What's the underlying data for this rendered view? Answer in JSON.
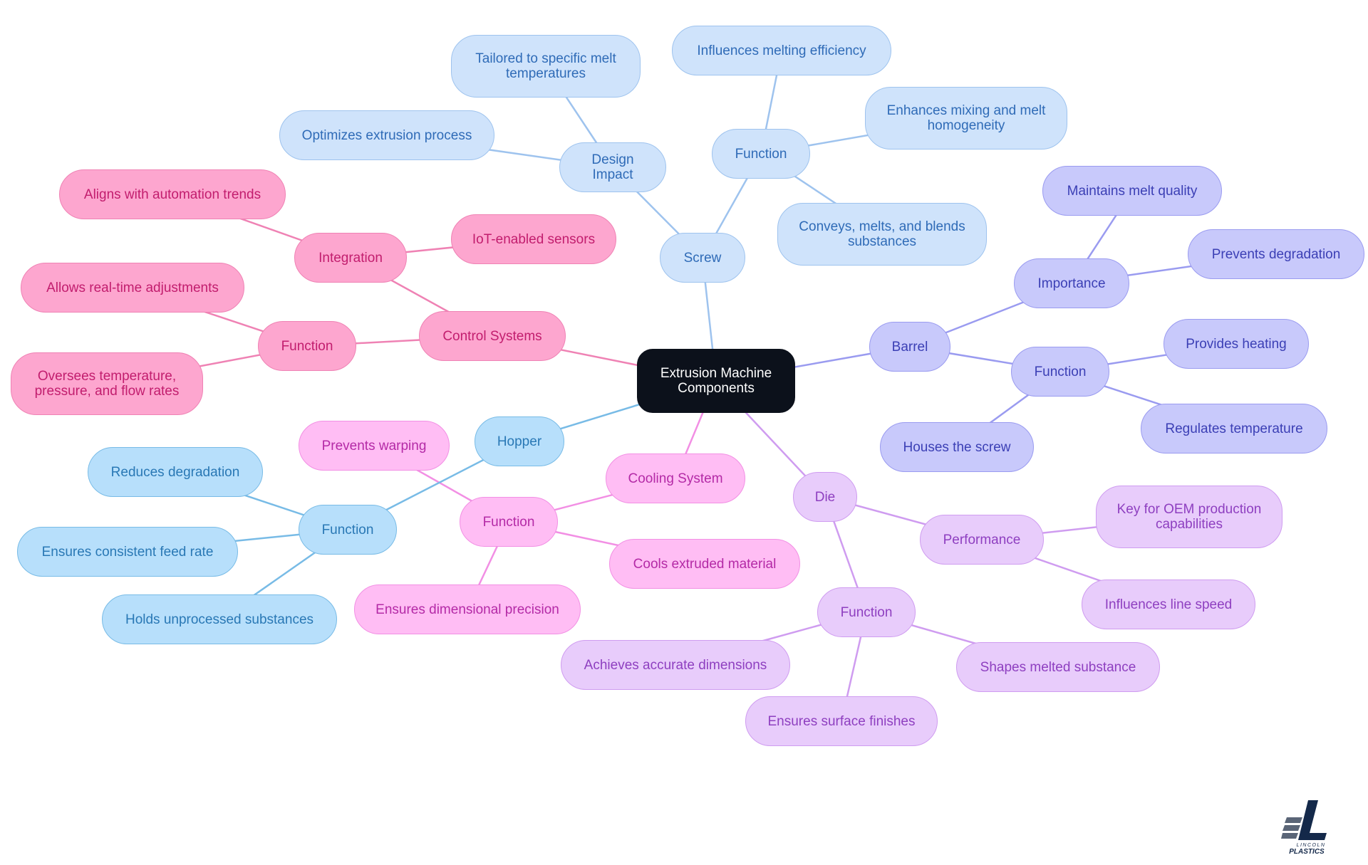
{
  "palette": {
    "root": {
      "fill": "#0c111b",
      "stroke": "#0c111b",
      "text": "#ffffff",
      "line": "#0c111b"
    },
    "screw": {
      "fill": "#cfe3fb",
      "stroke": "#9ec3ee",
      "text": "#2f6bb7",
      "line": "#9ec3ee"
    },
    "barrel": {
      "fill": "#c8c9fb",
      "stroke": "#9a9bf0",
      "text": "#3b3fb5",
      "line": "#9a9bf0"
    },
    "die": {
      "fill": "#e8ccfb",
      "stroke": "#cf9cf0",
      "text": "#8e3fc0",
      "line": "#cf9cf0"
    },
    "cooling": {
      "fill": "#ffbdf4",
      "stroke": "#f28fe4",
      "text": "#b42aa6",
      "line": "#f28fe4"
    },
    "hopper": {
      "fill": "#b7dffb",
      "stroke": "#78bbe6",
      "text": "#2978b5",
      "line": "#78bbe6"
    },
    "control": {
      "fill": "#fda6cf",
      "stroke": "#ef82b4",
      "text": "#c21d6e",
      "line": "#ef82b4"
    }
  },
  "mindmap": {
    "root": {
      "id": "root",
      "label": "Extrusion Machine\nComponents"
    },
    "nodes": [
      {
        "id": "screw",
        "parent": "root",
        "group": "screw",
        "label": "Screw"
      },
      {
        "id": "screw_design",
        "parent": "screw",
        "group": "screw",
        "label": "Design Impact"
      },
      {
        "id": "screw_tailored",
        "parent": "screw_design",
        "group": "screw",
        "label": "Tailored to specific melt\ntemperatures"
      },
      {
        "id": "screw_optimizes",
        "parent": "screw_design",
        "group": "screw",
        "label": "Optimizes extrusion process"
      },
      {
        "id": "screw_function",
        "parent": "screw",
        "group": "screw",
        "label": "Function"
      },
      {
        "id": "screw_influences",
        "parent": "screw_function",
        "group": "screw",
        "label": "Influences melting efficiency"
      },
      {
        "id": "screw_enhances",
        "parent": "screw_function",
        "group": "screw",
        "label": "Enhances mixing and melt\nhomogeneity"
      },
      {
        "id": "screw_conveys",
        "parent": "screw_function",
        "group": "screw",
        "label": "Conveys, melts, and blends\nsubstances"
      },
      {
        "id": "barrel",
        "parent": "root",
        "group": "barrel",
        "label": "Barrel"
      },
      {
        "id": "barrel_importance",
        "parent": "barrel",
        "group": "barrel",
        "label": "Importance"
      },
      {
        "id": "barrel_maintains",
        "parent": "barrel_importance",
        "group": "barrel",
        "label": "Maintains melt quality"
      },
      {
        "id": "barrel_prevents",
        "parent": "barrel_importance",
        "group": "barrel",
        "label": "Prevents degradation"
      },
      {
        "id": "barrel_function",
        "parent": "barrel",
        "group": "barrel",
        "label": "Function"
      },
      {
        "id": "barrel_heating",
        "parent": "barrel_function",
        "group": "barrel",
        "label": "Provides heating"
      },
      {
        "id": "barrel_regulates",
        "parent": "barrel_function",
        "group": "barrel",
        "label": "Regulates temperature"
      },
      {
        "id": "barrel_houses",
        "parent": "barrel_function",
        "group": "barrel",
        "label": "Houses the screw"
      },
      {
        "id": "die",
        "parent": "root",
        "group": "die",
        "label": "Die"
      },
      {
        "id": "die_performance",
        "parent": "die",
        "group": "die",
        "label": "Performance"
      },
      {
        "id": "die_oem",
        "parent": "die_performance",
        "group": "die",
        "label": "Key for OEM production\ncapabilities"
      },
      {
        "id": "die_linespeed",
        "parent": "die_performance",
        "group": "die",
        "label": "Influences line speed"
      },
      {
        "id": "die_function",
        "parent": "die",
        "group": "die",
        "label": "Function"
      },
      {
        "id": "die_achieves",
        "parent": "die_function",
        "group": "die",
        "label": "Achieves accurate dimensions"
      },
      {
        "id": "die_shapes",
        "parent": "die_function",
        "group": "die",
        "label": "Shapes melted substance"
      },
      {
        "id": "die_surface",
        "parent": "die_function",
        "group": "die",
        "label": "Ensures surface finishes"
      },
      {
        "id": "cooling",
        "parent": "root",
        "group": "cooling",
        "label": "Cooling System"
      },
      {
        "id": "cooling_function",
        "parent": "cooling",
        "group": "cooling",
        "label": "Function"
      },
      {
        "id": "cooling_warping",
        "parent": "cooling_function",
        "group": "cooling",
        "label": "Prevents warping"
      },
      {
        "id": "cooling_cools",
        "parent": "cooling_function",
        "group": "cooling",
        "label": "Cools extruded material"
      },
      {
        "id": "cooling_precision",
        "parent": "cooling_function",
        "group": "cooling",
        "label": "Ensures dimensional precision"
      },
      {
        "id": "hopper",
        "parent": "root",
        "group": "hopper",
        "label": "Hopper"
      },
      {
        "id": "hopper_function",
        "parent": "hopper",
        "group": "hopper",
        "label": "Function"
      },
      {
        "id": "hopper_reduces",
        "parent": "hopper_function",
        "group": "hopper",
        "label": "Reduces degradation"
      },
      {
        "id": "hopper_feed",
        "parent": "hopper_function",
        "group": "hopper",
        "label": "Ensures consistent feed rate"
      },
      {
        "id": "hopper_holds",
        "parent": "hopper_function",
        "group": "hopper",
        "label": "Holds unprocessed substances"
      },
      {
        "id": "control",
        "parent": "root",
        "group": "control",
        "label": "Control Systems"
      },
      {
        "id": "control_integration",
        "parent": "control",
        "group": "control",
        "label": "Integration"
      },
      {
        "id": "control_aligns",
        "parent": "control_integration",
        "group": "control",
        "label": "Aligns with automation trends"
      },
      {
        "id": "control_iot",
        "parent": "control_integration",
        "group": "control",
        "label": "IoT-enabled sensors"
      },
      {
        "id": "control_function",
        "parent": "control",
        "group": "control",
        "label": "Function"
      },
      {
        "id": "control_realtime",
        "parent": "control_function",
        "group": "control",
        "label": "Allows real-time adjustments"
      },
      {
        "id": "control_oversees",
        "parent": "control_function",
        "group": "control",
        "label": "Oversees temperature,\npressure, and flow rates"
      }
    ]
  },
  "logo": {
    "name": "lincoln-plastics-logo",
    "line1": "LINCOLN",
    "line2": "PLASTICS",
    "color": "#14294a"
  }
}
